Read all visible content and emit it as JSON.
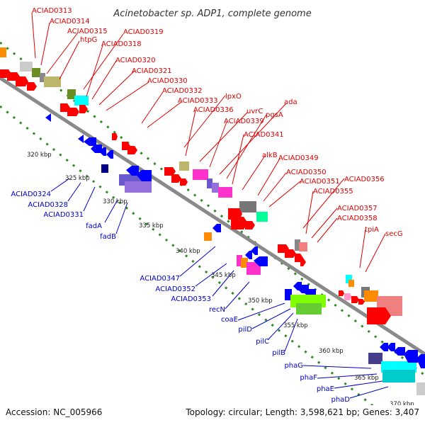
{
  "title": "Acinetobacter sp. ADP1, complete genome",
  "footer": {
    "accession": "Accession: NC_005966",
    "topology": "Topology: circular; Length: 3,598,621 bp; Genes: 3,407"
  },
  "colors": {
    "forward_label": "#dd0000",
    "reverse_label": "#0000cc",
    "backbone": "#8a8a8a",
    "tick_dots": "#2e8b22"
  },
  "ticks": [
    "320 kbp",
    "325 kbp",
    "330 kbp",
    "335 kbp",
    "340 kbp",
    "345 kbp",
    "350 kbp",
    "355 kbp",
    "360 kbp",
    "365 kbp",
    "370 kbp"
  ],
  "forward_labels": [
    "ACIAD0313",
    "ACIAD0314",
    "ACIAD0315",
    "htpG",
    "ACIAD0319",
    "ACIAD0318",
    "ACIAD0320",
    "ACIAD0321",
    "ACIAD0330",
    "ACIAD0332",
    "lpxO",
    "ACIAD0333",
    "ACIAD0336",
    "uvrC",
    "ACIAD0339",
    "ada",
    "pgsA",
    "ACIAD0341",
    "alkB",
    "ACIAD0349",
    "ACIAD0350",
    "ACIAD0351",
    "ACIAD0356",
    "ACIAD0355",
    "ACIAD0357",
    "ACIAD0358",
    "tpiA",
    "secG"
  ],
  "reverse_labels": [
    "ACIAD0324",
    "ACIAD0328",
    "ACIAD0331",
    "fadA",
    "fadB",
    "ACIAD0347",
    "ACIAD0352",
    "ACIAD0353",
    "recN",
    "coaE",
    "pilD",
    "pilC",
    "pilB",
    "phaG",
    "phaF",
    "phaE",
    "phaD"
  ]
}
